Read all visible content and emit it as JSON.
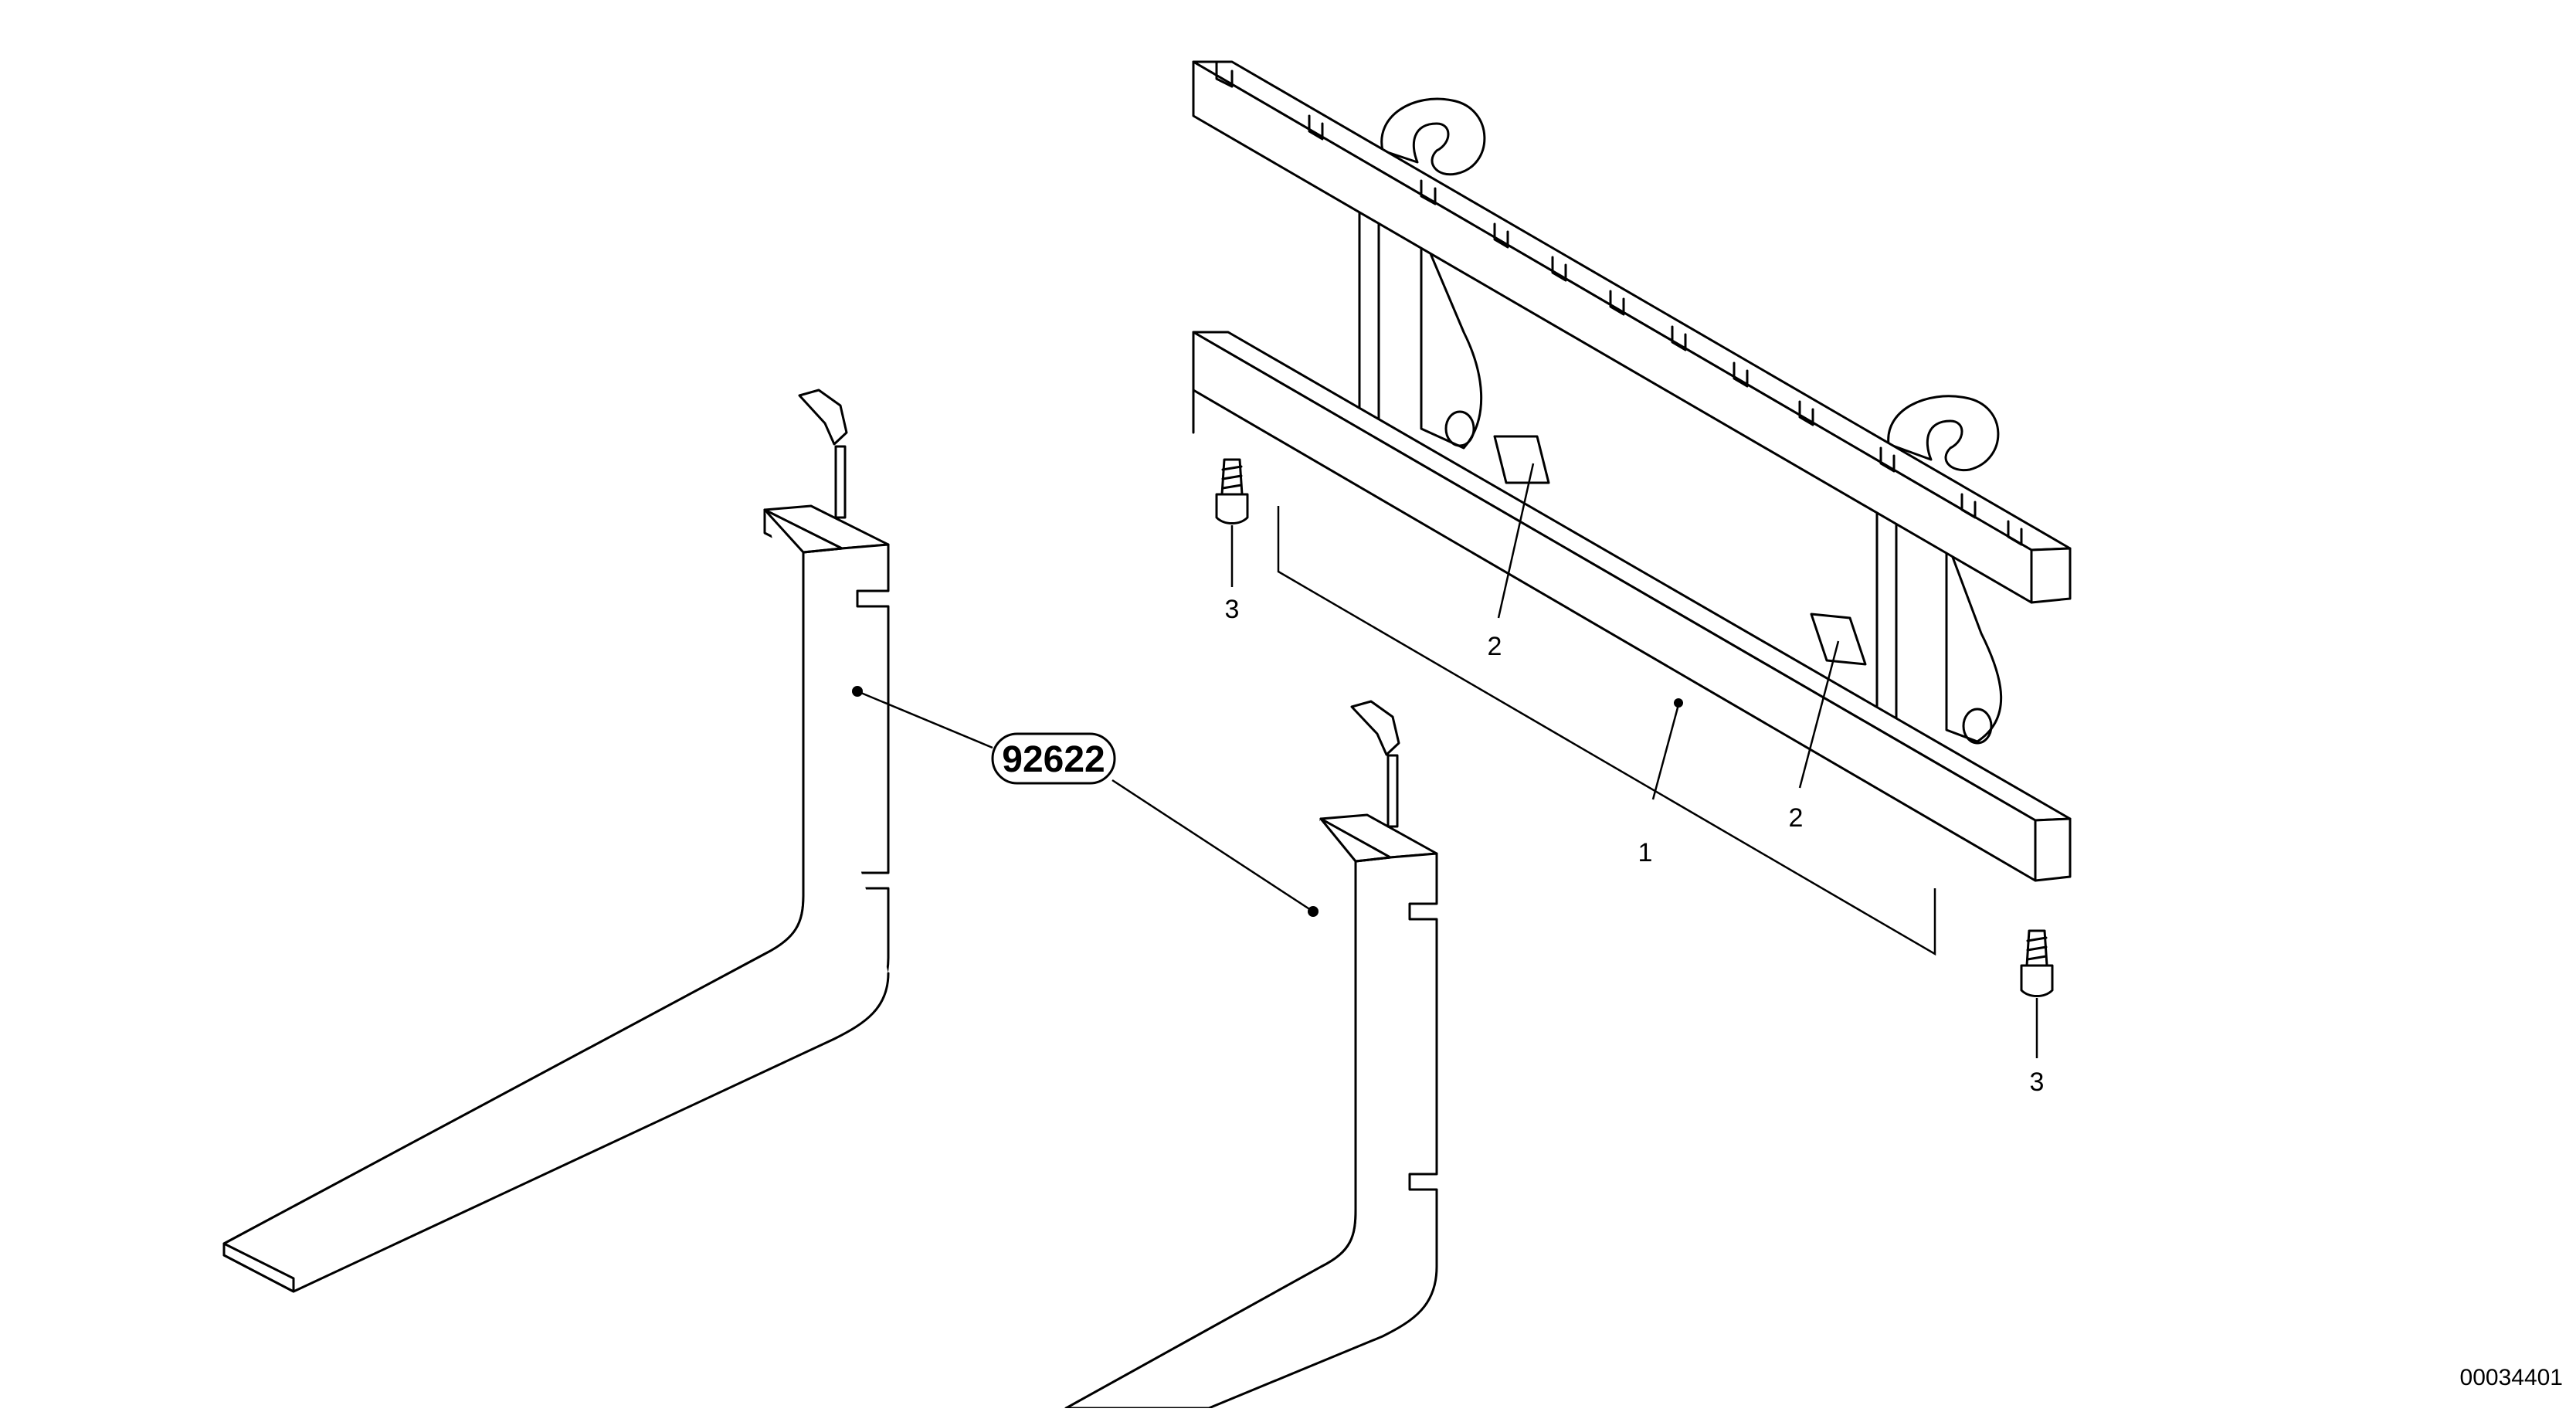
{
  "callouts": {
    "part_1": "1",
    "part_2a": "2",
    "part_2b": "2",
    "part_3a": "3",
    "part_3b": "3",
    "assembly": "92622"
  },
  "drawing_number": "00034401"
}
